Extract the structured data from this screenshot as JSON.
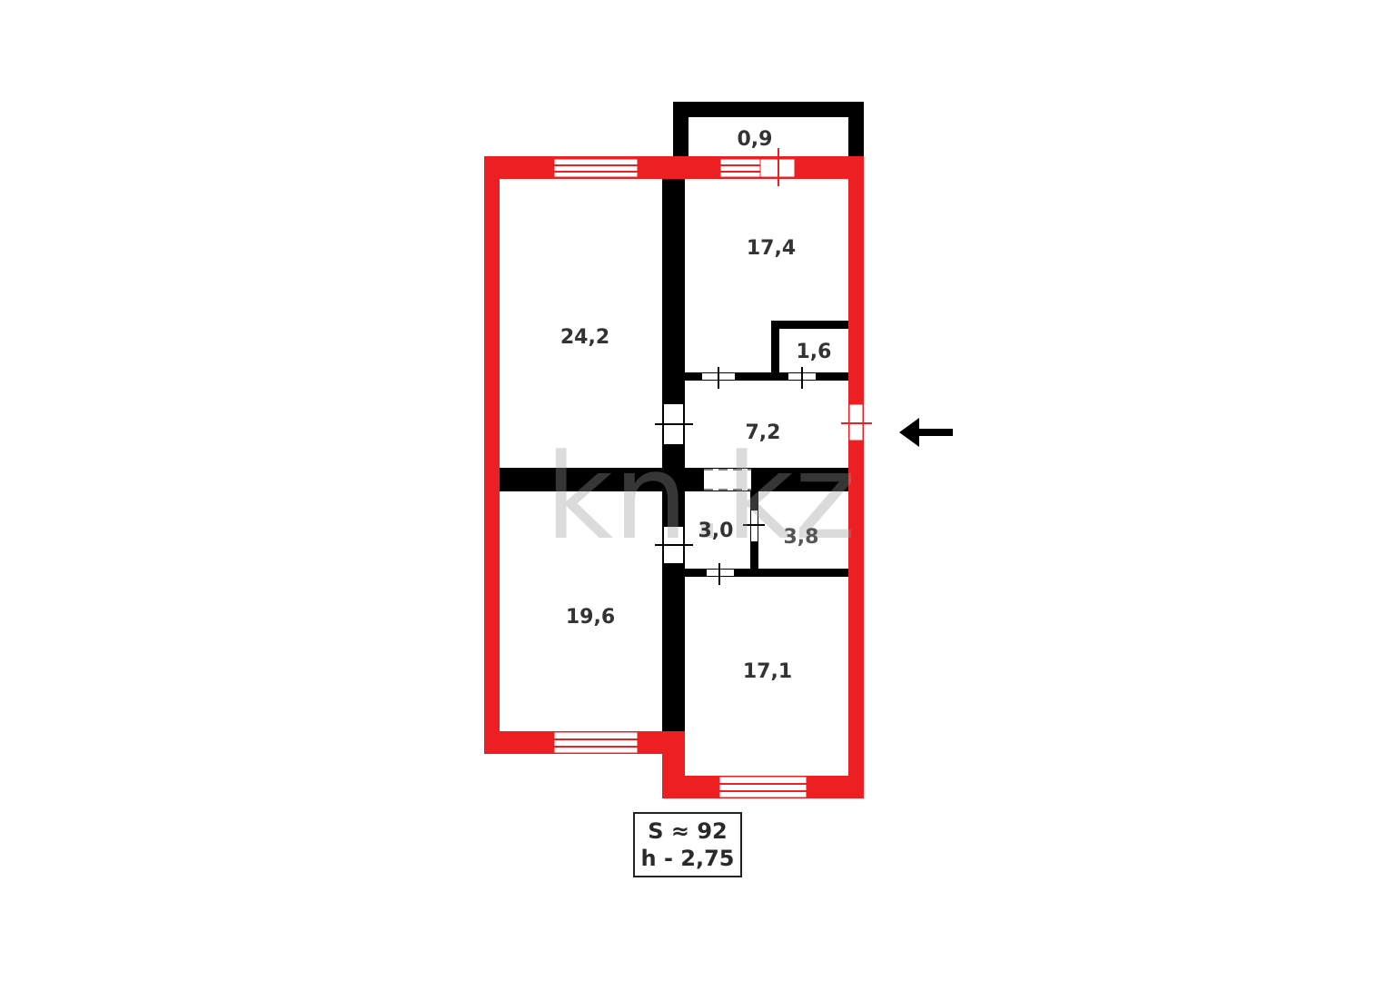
{
  "plan": {
    "type": "apartment-floor-plan",
    "colors": {
      "exterior_wall": "#ee1f23",
      "interior_wall": "#000000",
      "label": "#333333",
      "background": "#ffffff"
    },
    "rooms": [
      {
        "id": "balcony",
        "area": "0,9"
      },
      {
        "id": "room-top-right",
        "area": "17,4"
      },
      {
        "id": "room-left-large",
        "area": "24,2"
      },
      {
        "id": "closet",
        "area": "1,6"
      },
      {
        "id": "hallway",
        "area": "7,2"
      },
      {
        "id": "bathroom",
        "area": "3,0"
      },
      {
        "id": "toilet",
        "area": "3,8"
      },
      {
        "id": "room-bottom-left",
        "area": "19,6"
      },
      {
        "id": "room-bottom-right",
        "area": "17,1"
      }
    ],
    "watermark": "kn.kz",
    "entrance_arrow": "left-arrow"
  },
  "summary": {
    "area_line": "S ≈ 92",
    "height_line": "h - 2,75"
  }
}
